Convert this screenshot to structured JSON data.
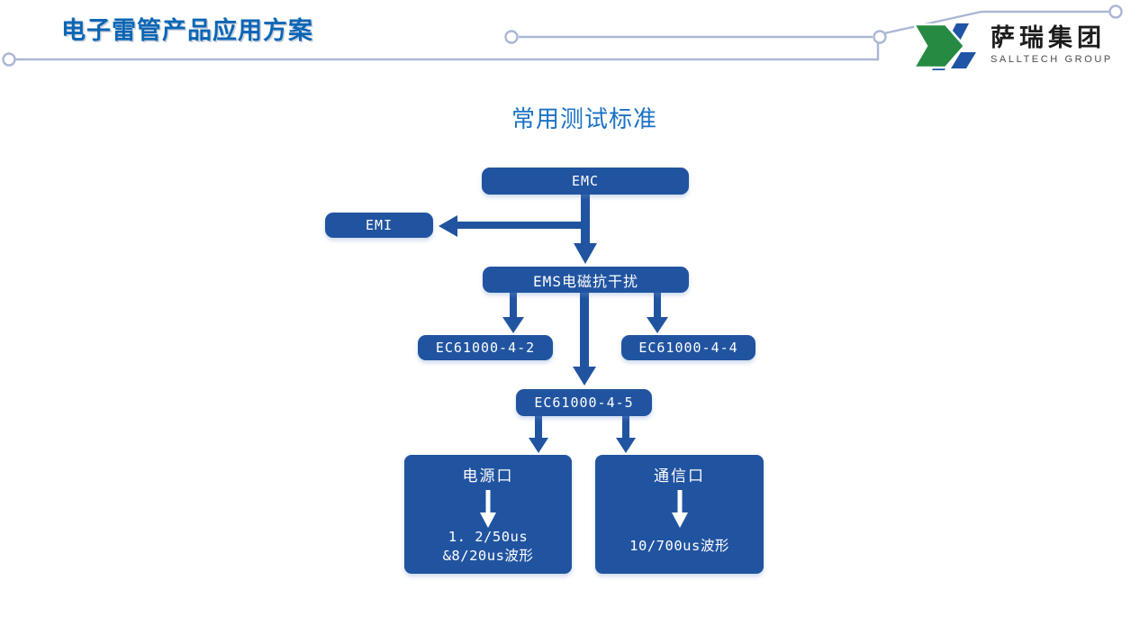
{
  "header": {
    "title": "电子雷管产品应用方案",
    "logo": {
      "company_cn": "萨瑞集团",
      "company_en": "SALLTECH GROUP",
      "mark_green": "#268a43",
      "mark_blue": "#1f55a4"
    }
  },
  "diagram": {
    "title": "常用测试标准",
    "colors": {
      "node_fill": "#2154a0",
      "arrow": "#2154a0",
      "deco_line": "#abb7d6",
      "title_blue": "#0a66b6",
      "subtitle_blue": "#1b72c3"
    },
    "nodes": {
      "emc": "EMC",
      "emi": "EMI",
      "ems": "EMS电磁抗干扰",
      "ec4_2": "EC61000-4-2",
      "ec4_4": "EC61000-4-4",
      "ec4_5": "EC61000-4-5",
      "power": {
        "title": "电源口",
        "detail1": "1. 2/50us",
        "detail2": "&8/20us波形"
      },
      "comm": {
        "title": "通信口",
        "detail1": "10/700us波形"
      }
    }
  }
}
